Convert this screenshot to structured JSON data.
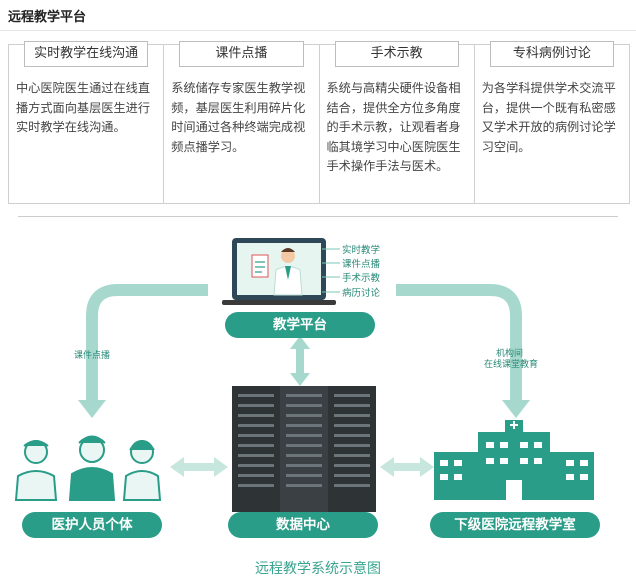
{
  "page_title": "远程教学平台",
  "cards": [
    {
      "title": "实时教学在线沟通",
      "body": "中心医院医生通过在线直播方式面向基层医生进行实时教学在线沟通。"
    },
    {
      "title": "课件点播",
      "body": "系统储存专家医生教学视频，基层医生利用碎片化时间通过各种终端完成视频点播学习。"
    },
    {
      "title": "手术示教",
      "body": "系统与高精尖硬件设备相结合，提供全方位多角度的手术示教，让观看者身临其境学习中心医院医生手术操作手法与医术。"
    },
    {
      "title": "专科病例讨论",
      "body": "为各学科提供学术交流平台，提供一个既有私密感又学术开放的病例讨论学习空间。"
    }
  ],
  "diagram": {
    "laptop_items": [
      "实时教学",
      "课件点播",
      "手术示教",
      "病历讨论"
    ],
    "platform_label": "教学平台",
    "left_flow_label": "课件点播",
    "right_flow_label_1": "机构间",
    "right_flow_label_2": "在线课堂教育",
    "staff_label": "医护人员个体",
    "datacenter_label": "数据中心",
    "hospital_label": "下级医院远程教学室",
    "caption": "远程教学系统示意图"
  },
  "colors": {
    "accent": "#2a9d88",
    "flow": "#a6d8cd",
    "light": "#d6ede7"
  }
}
